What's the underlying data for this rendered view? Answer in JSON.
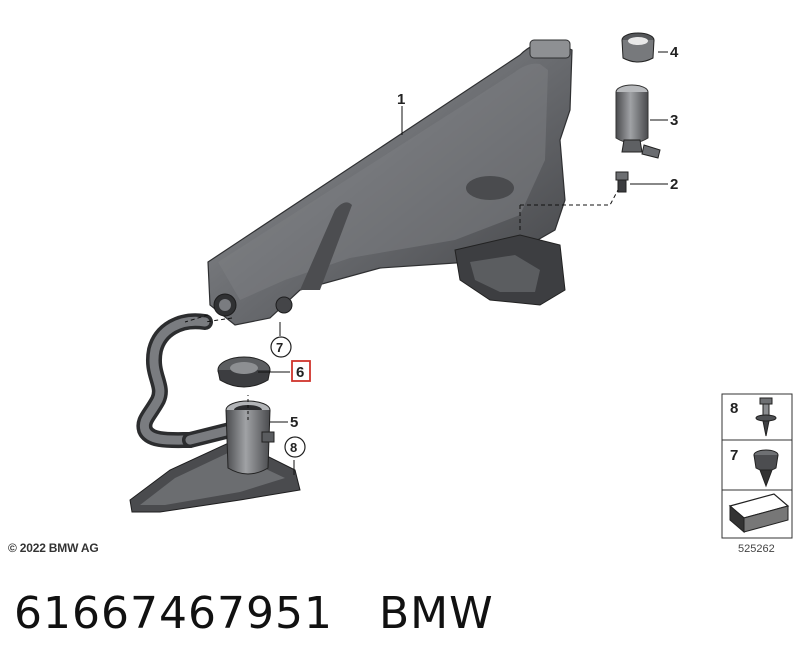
{
  "callouts": {
    "c1": "1",
    "c2": "2",
    "c3": "3",
    "c4": "4",
    "c5": "5",
    "c6": "6",
    "c7": "7",
    "c8": "8"
  },
  "legend": {
    "item8": "8",
    "item7": "7"
  },
  "copyright": "© 2022 BMW AG",
  "diagram_id": "525262",
  "part_number": "61667467951",
  "brand": "BMW",
  "colors": {
    "part_body": "#5a5c5f",
    "part_dark": "#3a3b3d",
    "part_light": "#8a8c8f",
    "highlight_box": "#d0342c"
  }
}
